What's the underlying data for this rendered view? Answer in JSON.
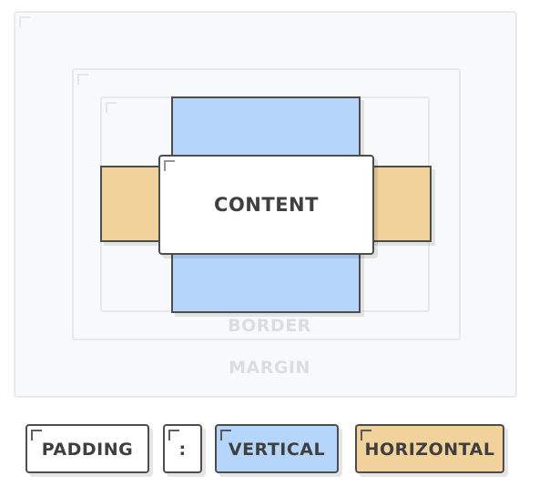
{
  "diagram": {
    "content_label": "CONTENT",
    "border_label": "BORDER",
    "margin_label": "MARGIN"
  },
  "legend": {
    "padding_label": "PADDING",
    "colon_label": ":",
    "vertical_label": "VERTICAL",
    "horizontal_label": "HORIZONTAL"
  },
  "colors": {
    "vertical_padding": "#b6d5fb",
    "horizontal_padding": "#f1d29b",
    "outline": "#4d4d4d",
    "ghost": "#e6e8ec"
  }
}
